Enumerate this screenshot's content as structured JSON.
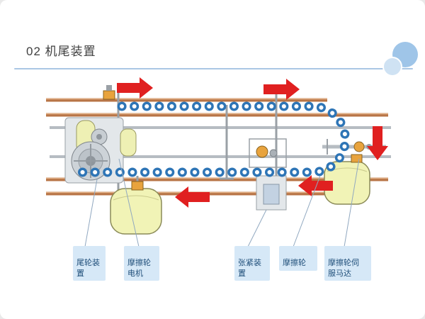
{
  "slide": {
    "title": "02 机尾装置"
  },
  "diagram": {
    "callouts": [
      {
        "id": "tail-wheel-device",
        "label": "尾轮装\n置"
      },
      {
        "id": "friction-wheel-motor",
        "label": "摩擦轮\n电机"
      },
      {
        "id": "tension-device",
        "label": "张紧装\n置"
      },
      {
        "id": "friction-wheel",
        "label": "摩擦轮"
      },
      {
        "id": "friction-wheel-servo",
        "label": "摩擦轮伺\n服马达"
      }
    ],
    "arrows": [
      {
        "direction": "right"
      },
      {
        "direction": "right"
      },
      {
        "direction": "down"
      },
      {
        "direction": "left"
      },
      {
        "direction": "left"
      }
    ]
  },
  "colors": {
    "arrow": "#e02020",
    "chain": "#2e75b6",
    "rail": "#b87547",
    "callout_bg": "#d6e8f7",
    "callout_text": "#1f4e79",
    "divider": "#aac7e4",
    "deco_circle_large": "#9fc5e8",
    "deco_circle_small": "#cfe2f3"
  }
}
